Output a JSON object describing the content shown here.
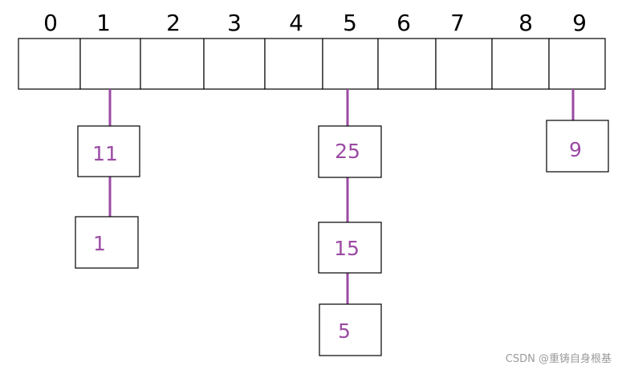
{
  "indices": [
    "0",
    "1",
    "2",
    "3",
    "4",
    "5",
    "6",
    "7",
    "8",
    "9"
  ],
  "chains": [
    {
      "bucket": "1",
      "nodes": [
        "11",
        "1"
      ]
    },
    {
      "bucket": "5",
      "nodes": [
        "25",
        "15",
        "5"
      ]
    },
    {
      "bucket": "9",
      "nodes": [
        "9"
      ]
    }
  ],
  "colors": {
    "link": "#9b4ba3",
    "value_text": "#9b4ba3",
    "box_border": "#000000",
    "index_text": "#000000"
  },
  "watermark": "CSDN @重铸自身根基"
}
